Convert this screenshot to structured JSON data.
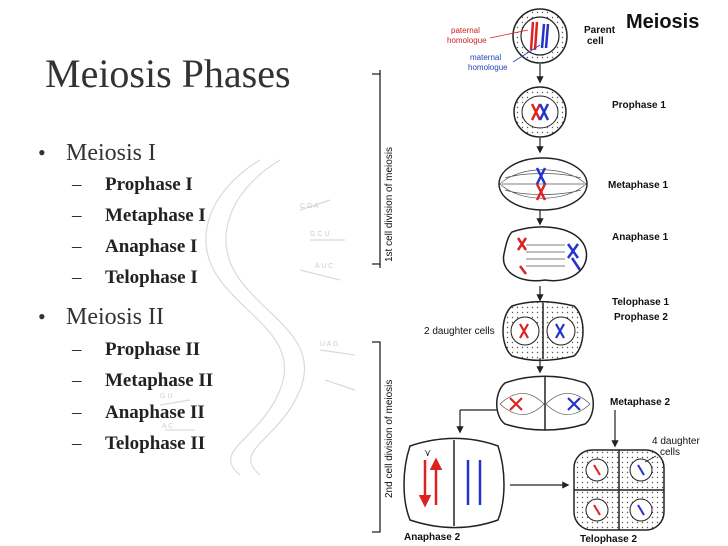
{
  "slide": {
    "title": "Meiosis Phases",
    "bullets": [
      {
        "label": "Meiosis I",
        "items": [
          "Prophase I",
          "Metaphase I",
          "Anaphase I",
          "Telophase I"
        ]
      },
      {
        "label": "Meiosis II",
        "items": [
          "Prophase II",
          "Metaphase II",
          "Anaphase II",
          "Telophase II"
        ]
      }
    ],
    "bullet_glyph": "•",
    "dash_glyph": "–"
  },
  "diagram": {
    "heading": "Meiosis",
    "parent_label_1": "Parent",
    "parent_label_2": "cell",
    "paternal_1": "paternal",
    "paternal_2": "homologue",
    "maternal_1": "maternal",
    "maternal_2": "homologue",
    "division_1": "1st cell division of meiosis",
    "division_2": "2nd cell division of meiosis",
    "stages": {
      "prophase1": "Prophase 1",
      "metaphase1": "Metaphase 1",
      "anaphase1": "Anaphase 1",
      "telophase1": "Telophase 1",
      "prophase2": "Prophase 2",
      "daughters2": "2 daughter cells",
      "metaphase2": "Metaphase 2",
      "daughters4_1": "4 daughter",
      "daughters4_2": "cells",
      "anaphase2": "Anaphase 2",
      "telophase2": "Telophase 2"
    },
    "colors": {
      "paternal": "#dd2222",
      "maternal": "#2233cc",
      "outline": "#222222"
    }
  }
}
